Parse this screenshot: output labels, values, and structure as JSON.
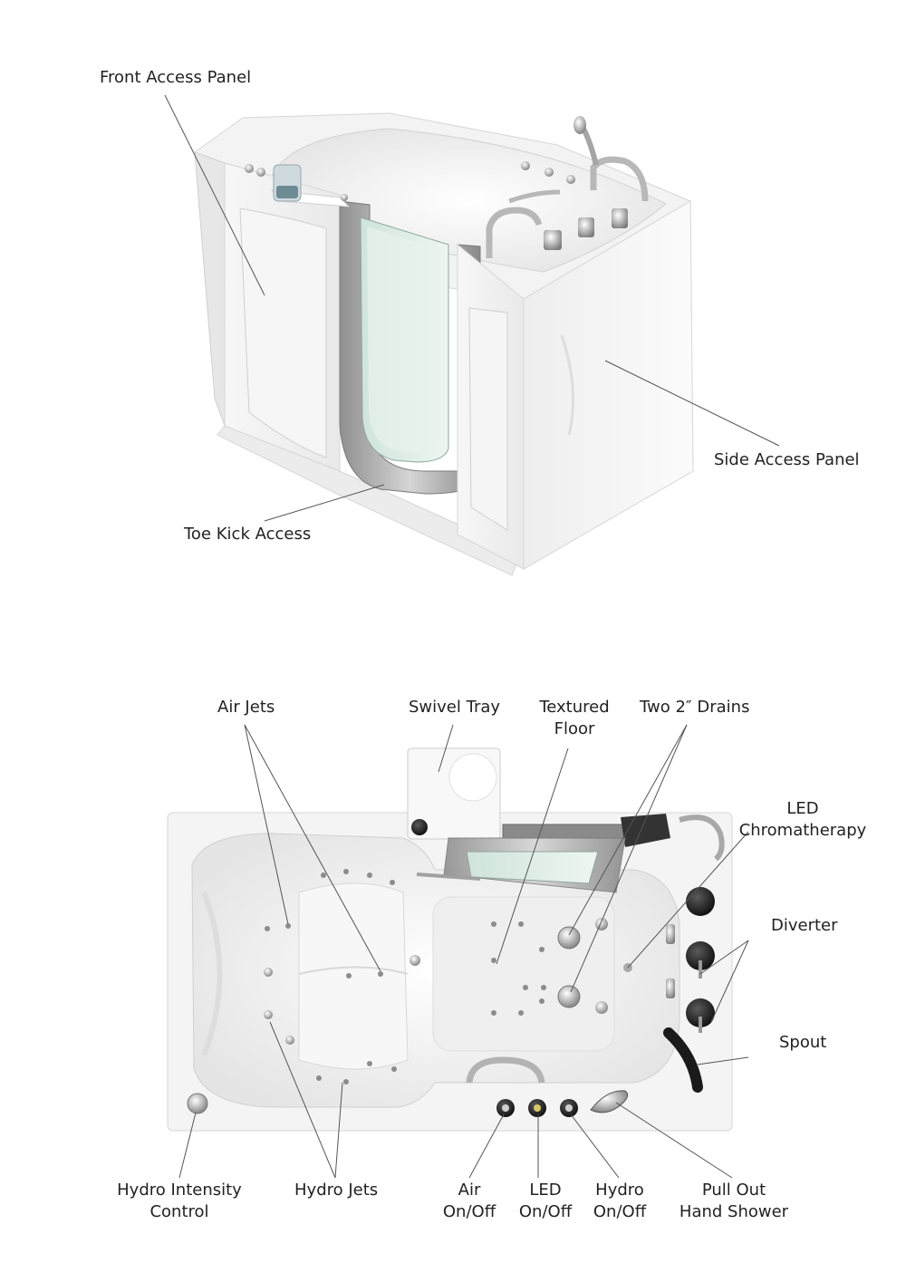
{
  "top_view_labels": {
    "front_access_panel": "Front Access Panel",
    "side_access_panel": "Side Access Panel",
    "toe_kick_access": "Toe Kick Access"
  },
  "bottom_view_labels": {
    "air_jets": "Air Jets",
    "swivel_tray": "Swivel Tray",
    "textured_floor": [
      "Textured",
      "Floor"
    ],
    "two_drains": "Two 2″ Drains",
    "led_chromatherapy": [
      "LED",
      "Chromatherapy"
    ],
    "diverter": "Diverter",
    "spout": "Spout",
    "hydro_intensity_control": [
      "Hydro Intensity",
      "Control"
    ],
    "hydro_jets": "Hydro Jets",
    "air_on_off": [
      "Air",
      "On/Off"
    ],
    "led_on_off": [
      "LED",
      "On/Off"
    ],
    "hydro_on_off": [
      "Hydro",
      "On/Off"
    ],
    "pull_out_hand_shower": [
      "Pull Out",
      "Hand Shower"
    ]
  },
  "colors": {
    "tub_white": "#f4f4f4",
    "shadow": "#dcdcdc",
    "steel": "#a9a9a9",
    "glass": "#dfeee6",
    "knob": "#1a1a1a",
    "leader": "#555555"
  }
}
